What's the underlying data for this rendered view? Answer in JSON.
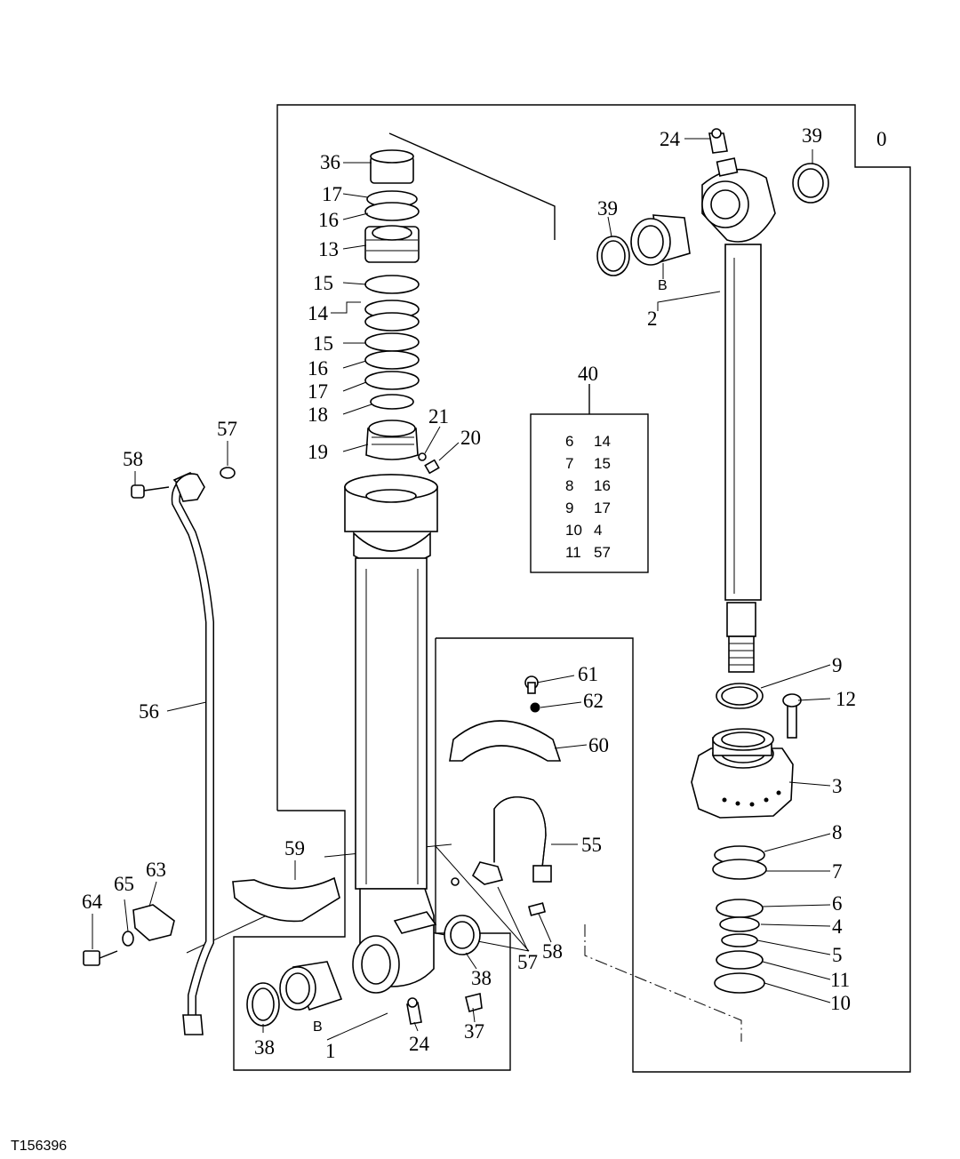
{
  "figure_id": "T156396",
  "callouts": {
    "c0": "0",
    "c1": "1",
    "c2": "2",
    "c3": "3",
    "c4": "4",
    "c5": "5",
    "c6": "6",
    "c7": "7",
    "c8": "8",
    "c9": "9",
    "c10": "10",
    "c11": "11",
    "c12": "12",
    "c13": "13",
    "c14": "14",
    "c15a": "15",
    "c15b": "15",
    "c16a": "16",
    "c16b": "16",
    "c17a": "17",
    "c17b": "17",
    "c18": "18",
    "c19": "19",
    "c20": "20",
    "c21": "21",
    "c24a": "24",
    "c24b": "24",
    "c36": "36",
    "c37": "37",
    "c38a": "38",
    "c38b": "38",
    "c39a": "39",
    "c39b": "39",
    "c40": "40",
    "c55": "55",
    "c56": "56",
    "c57a": "57",
    "c57b": "57",
    "c58a": "58",
    "c58b": "58",
    "c59": "59",
    "c60": "60",
    "c61": "61",
    "c62": "62",
    "c63": "63",
    "c64": "64",
    "c65": "65",
    "bushing_b_upper": "B",
    "bushing_b_lower": "B"
  },
  "kit_table": {
    "rows": [
      [
        "6",
        "14"
      ],
      [
        "7",
        "15"
      ],
      [
        "8",
        "16"
      ],
      [
        "9",
        "17"
      ],
      [
        "10",
        "4"
      ],
      [
        "11",
        "57"
      ]
    ]
  }
}
